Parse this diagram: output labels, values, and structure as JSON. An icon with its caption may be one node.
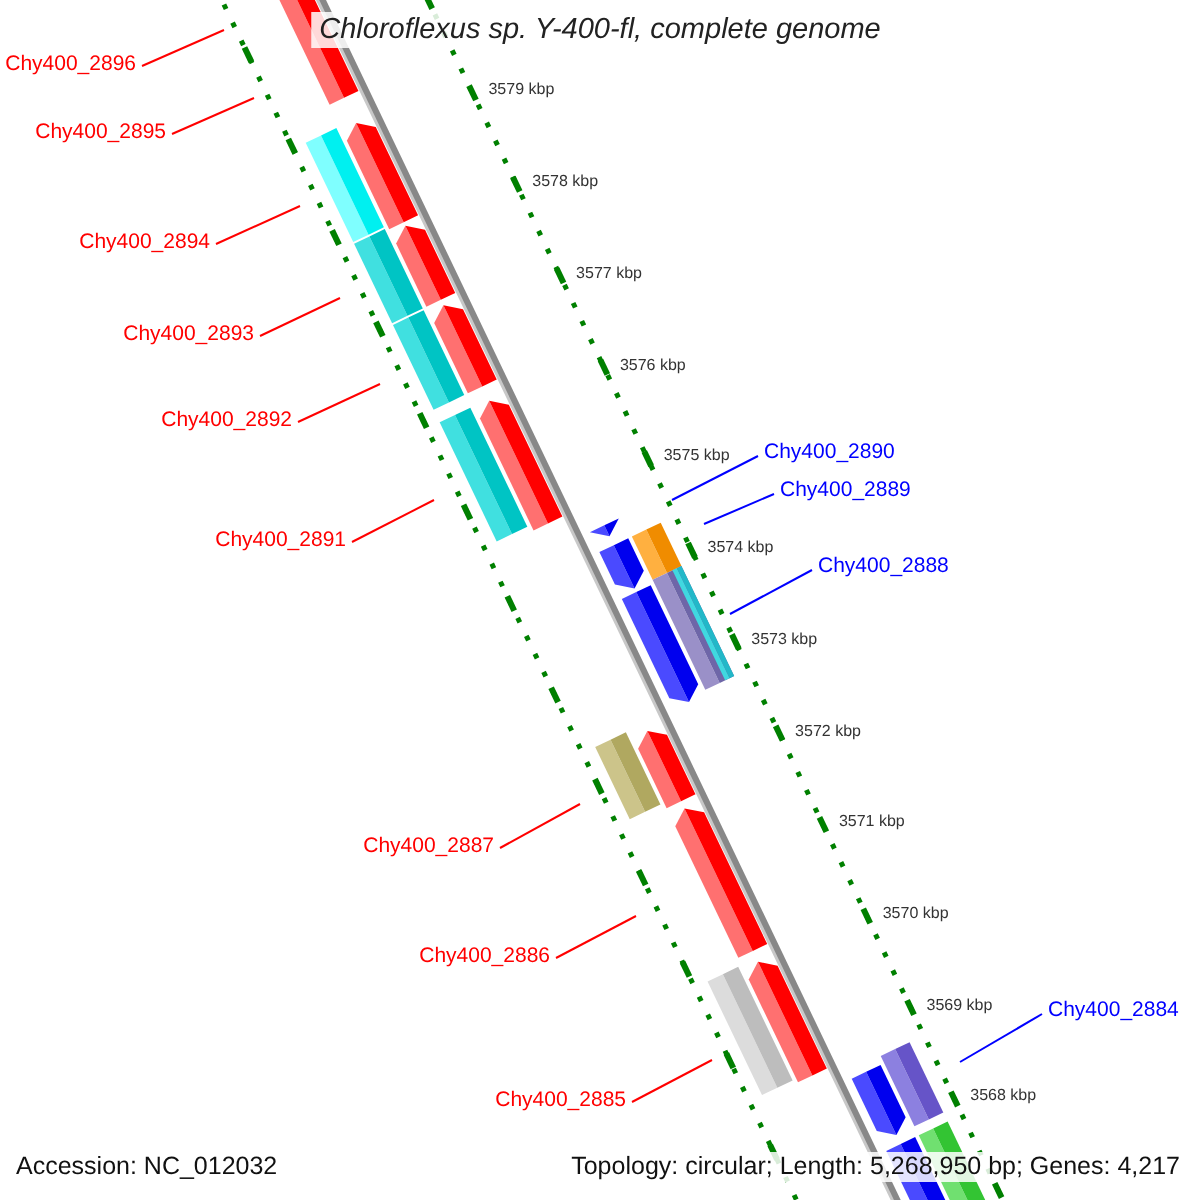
{
  "diagram": {
    "title": "Chloroflexus sp. Y-400-fl, complete genome",
    "nodes": [
      {
        "text": [
          "Chy400_2896"
        ]
      },
      {
        "text": [
          "Chy400_2895"
        ]
      },
      {
        "text": [
          "Chy400_2894"
        ]
      },
      {
        "text": [
          "Chy400_2893"
        ]
      },
      {
        "text": [
          "Chy400_2892"
        ]
      },
      {
        "text": [
          "Chy400_2890"
        ]
      },
      {
        "text": [
          "Chy400_2889"
        ]
      },
      {
        "text": [
          "Chy400_2891"
        ]
      },
      {
        "text": [
          "Chy400_2888"
        ]
      },
      {
        "text": [
          "Chy400_2887"
        ]
      },
      {
        "text": [
          "Chy400_2886"
        ]
      },
      {
        "text": [
          "Chy400_2884"
        ]
      },
      {
        "text": [
          "Chy400_2885"
        ]
      }
    ],
    "edges": [
      {
        "from": 0,
        "to": null,
        "arrow": "none"
      },
      {
        "from": 1,
        "to": null,
        "arrow": "none"
      },
      {
        "from": 2,
        "to": null,
        "arrow": "none"
      },
      {
        "from": 3,
        "to": null,
        "arrow": "none"
      },
      {
        "from": 4,
        "to": null,
        "arrow": "none"
      },
      {
        "from": 5,
        "to": null,
        "arrow": "none",
        "color": "#0000ff"
      },
      {
        "from": 6,
        "to": null,
        "arrow": "none",
        "color": "#0000ff"
      },
      {
        "from": 7,
        "to": null,
        "arrow": "none"
      },
      {
        "from": 8,
        "to": null,
        "arrow": "none",
        "color": "#0000ff"
      },
      {
        "from": 9,
        "to": null,
        "arrow": "none"
      },
      {
        "from": 10,
        "to": null,
        "arrow": "none"
      },
      {
        "from": 11,
        "to": null,
        "arrow": "none",
        "color": "#0000ff"
      },
      {
        "from": 12,
        "to": null,
        "arrow": "none"
      }
    ],
    "labels": [
      "3579 kbp",
      "3578 kbp",
      "3577 kbp",
      "3576 kbp",
      "3575 kbp",
      "3574 kbp",
      "3573 kbp",
      "3572 kbp",
      "3571 kbp",
      "3570 kbp",
      "3569 kbp",
      "3568 kbp",
      "Accession: NC_012032",
      "Topology: circular; Length: 5,268,950 bp; Genes: 4,217"
    ]
  }
}
